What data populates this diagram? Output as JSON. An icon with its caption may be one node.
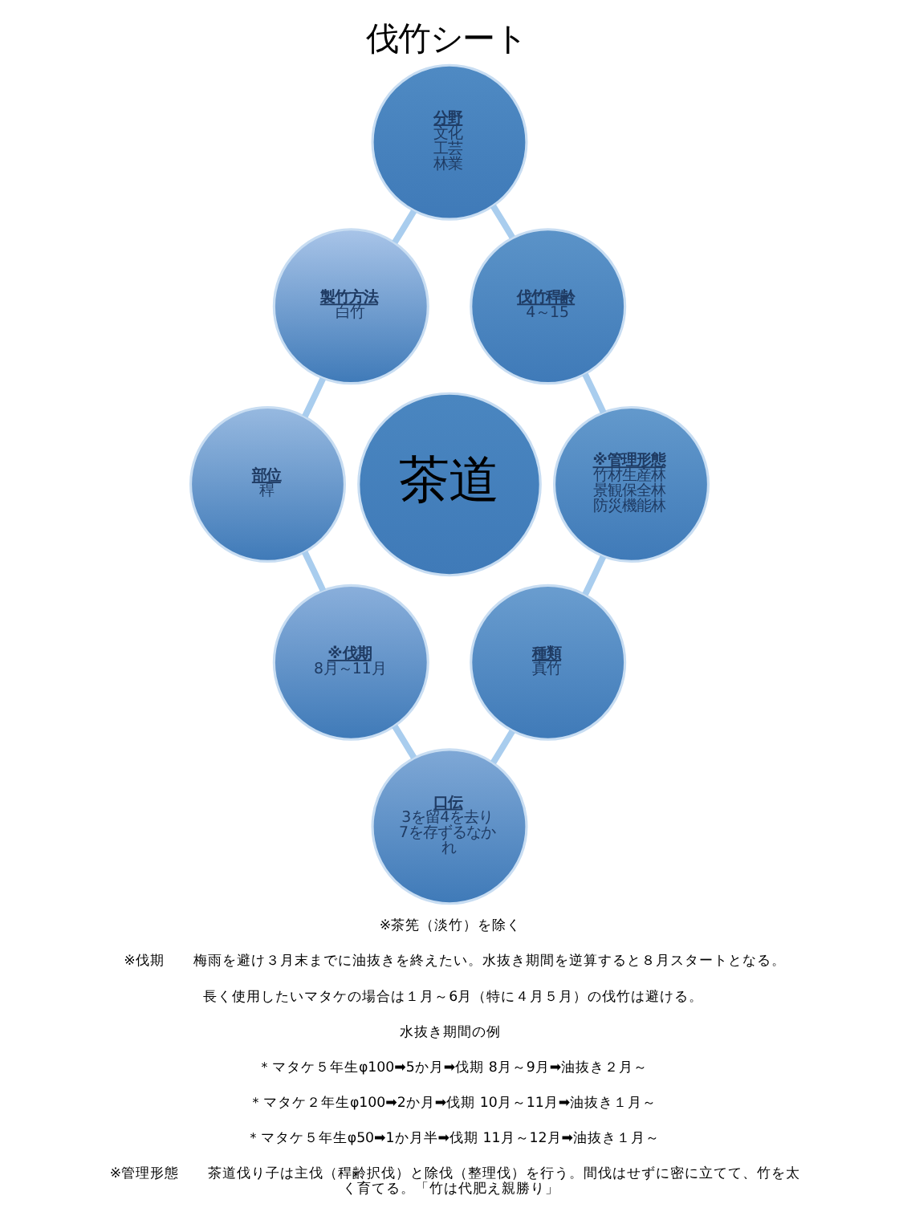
{
  "diagram": {
    "title": "伐竹シート",
    "nodes": [
      {
        "text": [
          "茶道"
        ]
      },
      {
        "text": [
          "分野",
          "文化",
          "工芸",
          "林業"
        ]
      },
      {
        "text": [
          "伐竹稈齢",
          "4～15"
        ]
      },
      {
        "text": [
          "※管理形態",
          "竹材生産林",
          "景観保全林",
          "防災機能林"
        ]
      },
      {
        "text": [
          "種類",
          "真竹"
        ]
      },
      {
        "text": [
          "口伝",
          "3を留4を去り7を存ずるなかれ"
        ]
      },
      {
        "text": [
          "※伐期",
          "8月～11月"
        ]
      },
      {
        "text": [
          "部位",
          "稈"
        ]
      },
      {
        "text": [
          "製竹方法",
          "白竹"
        ]
      }
    ],
    "edges": [
      {
        "from": 1,
        "to": 2,
        "arrow": "none"
      },
      {
        "from": 2,
        "to": 3,
        "arrow": "none"
      },
      {
        "from": 3,
        "to": 4,
        "arrow": "none"
      },
      {
        "from": 4,
        "to": 5,
        "arrow": "none"
      },
      {
        "from": 5,
        "to": 6,
        "arrow": "none"
      },
      {
        "from": 6,
        "to": 7,
        "arrow": "none"
      },
      {
        "from": 7,
        "to": 8,
        "arrow": "none"
      },
      {
        "from": 8,
        "to": 1,
        "arrow": "none"
      }
    ],
    "labels": [
      "※茶筅（淡竹）を除く",
      "※伐期　　梅雨を避け３月末までに油抜きを終えたい。水抜き期間を逆算すると８月スタートとなる。",
      "長く使用したいマタケの場合は１月～6月（特に４月５月）の伐竹は避ける。",
      "水抜き期間の例",
      "＊マタケ５年生φ100➡5か月➡伐期 8月～9月➡油抜き２月～",
      "＊マタケ２年生φ100➡2か月➡伐期 10月～11月➡油抜き１月～",
      "＊マタケ５年生φ50➡1か月半➡伐期 11月～12月➡油抜き１月～",
      "※管理形態　　茶道伐り子は主伐（稈齢択伐）と除伐（整理伐）を行う。間伐はせずに密に立てて、竹を太く育てる。「竹は代肥え親勝り」"
    ]
  }
}
